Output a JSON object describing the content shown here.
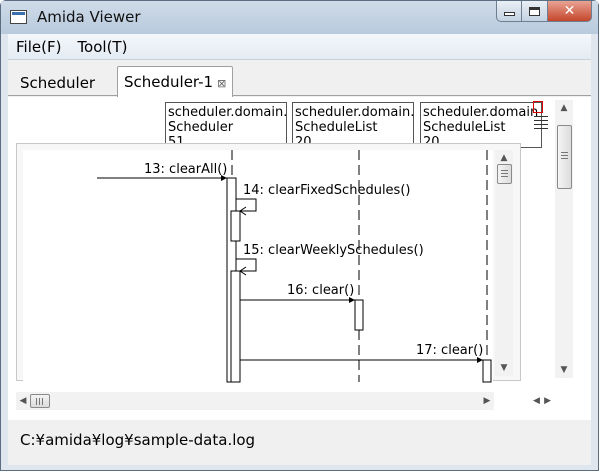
{
  "window": {
    "title": "Amida Viewer"
  },
  "menu": [
    {
      "label": "File(F)"
    },
    {
      "label": "Tool(T)"
    }
  ],
  "tabs": [
    {
      "label": "Scheduler"
    },
    {
      "label": "Scheduler-1",
      "close": "⊠"
    }
  ],
  "lifelines": [
    {
      "line1": "scheduler.domain.",
      "line2": "Scheduler",
      "line3": "51"
    },
    {
      "line1": "scheduler.domain.",
      "line2": "ScheduleList",
      "line3": "20"
    },
    {
      "line1": "scheduler.domain",
      "line2": "ScheduleList",
      "line3": "20"
    }
  ],
  "messages": [
    {
      "label": "13: clearAll()"
    },
    {
      "label": "14: clearFixedSchedules()"
    },
    {
      "label": "15: clearWeeklySchedules()"
    },
    {
      "label": "16: clear()"
    },
    {
      "label": "17: clear()"
    }
  ],
  "status": {
    "path": "C:¥amida¥log¥sample-data.log"
  },
  "icons": {
    "minimize": "minimize-icon",
    "maximize": "maximize-icon",
    "close": "close-icon",
    "scroll_up": "▲",
    "scroll_down": "▼",
    "scroll_left": "◀",
    "scroll_right": "▶"
  }
}
